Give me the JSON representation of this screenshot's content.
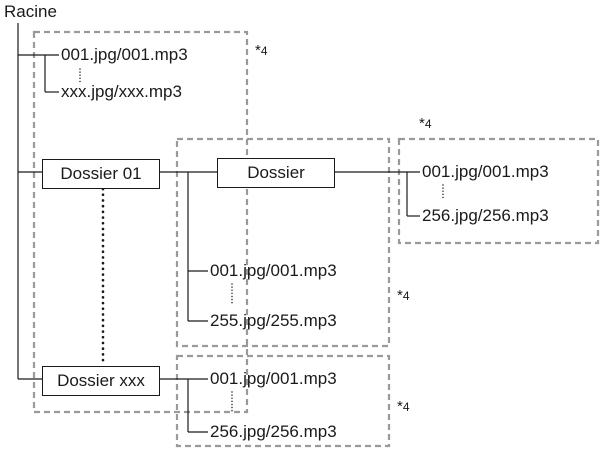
{
  "root_label": "Racine",
  "folders": {
    "folder_01": "Dossier 01",
    "folder_xxx": "Dossier xxx",
    "subfolder": "Dossier"
  },
  "files": {
    "root_first": "001.jpg/001.mp3",
    "root_last": "xxx.jpg/xxx.mp3",
    "subfolder_first": "001.jpg/001.mp3",
    "subfolder_last": "256.jpg/256.mp3",
    "folder01_first": "001.jpg/001.mp3",
    "folder01_last": "255.jpg/255.mp3",
    "folderxxx_first": "001.jpg/001.mp3",
    "folderxxx_last": "256.jpg/256.mp3"
  },
  "notes": {
    "star": "*",
    "ref": "4"
  },
  "colors": {
    "lines": "#1a1a1a",
    "dashed_groups": "#9a9a9a"
  }
}
